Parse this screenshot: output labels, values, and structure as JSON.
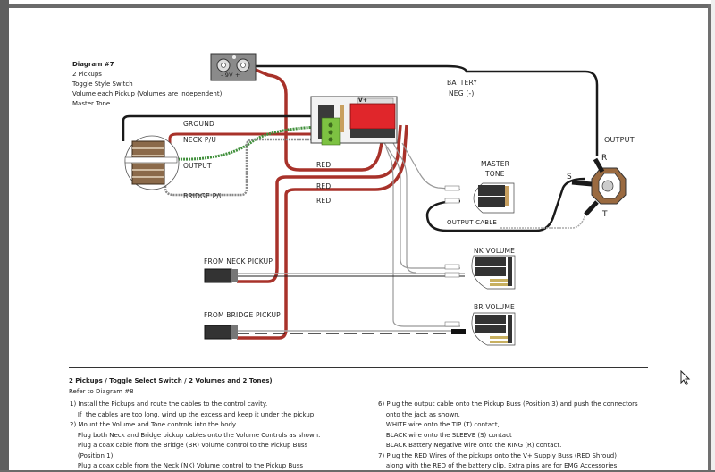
{
  "diagram": {
    "header": {
      "title": "Diagram #7",
      "lines": [
        "2 Pickups",
        "Toggle Style Switch",
        "Volume each Pickup (Volumes are independent)",
        "Master Tone"
      ]
    },
    "battery": {
      "label": "- 9V +",
      "neg_label_1": "BATTERY",
      "neg_label_2": "NEG (-)"
    },
    "wire_labels": {
      "ground": "GROUND",
      "neck_pu": "NECK P/U",
      "output": "OUTPUT",
      "bridge_pu": "BRIDGE P/U",
      "red_1": "RED",
      "red_2": "RED",
      "red_3": "RED",
      "output_cable": "OUTPUT CABLE"
    },
    "buss_label": "V+",
    "jack": {
      "title": "OUTPUT",
      "sleeve": "S",
      "ring": "R",
      "tip": "T"
    },
    "controls": {
      "master_tone_1": "MASTER",
      "master_tone_2": "TONE",
      "nk_volume": "NK VOLUME",
      "br_volume": "BR VOLUME"
    },
    "pickups": {
      "from_neck": "FROM NECK PICKUP",
      "from_bridge": "FROM BRIDGE PICKUP"
    },
    "colors": {
      "red_wire": "#a8322a",
      "green_wire": "#3f8f3a",
      "black_wire": "#1a1a1a",
      "shroud_red": "#e0262b",
      "terminal_green": "#7dc242"
    }
  },
  "instructions": {
    "title": "2 Pickups / Toggle Select Switch / 2  Volumes and 2 Tones)",
    "refer": "Refer to Diagram #8",
    "left": [
      "1) Install the Pickups and route the cables to the control cavity.",
      "    If  the cables are too long, wind up the excess and keep it under the pickup.",
      "2) Mount the Volume and Tone controls into the body",
      "    Plug both Neck and Bridge pickup cables onto the Volume Controls as shown.",
      "    Plug a coax cable from the Bridge (BR) Volume control to the Pickup Buss",
      "    (Position 1).",
      "    Plug a coax cable from the Neck (NK) Volume control to the Pickup Buss"
    ],
    "right": [
      "6) Plug the output cable onto the Pickup Buss (Position 3) and push the connectors",
      "    onto the jack as shown.",
      "    WHITE wire onto the TIP (T) contact,",
      "    BLACK wire onto the SLEEVE (S) contact",
      "    BLACK Battery Negative wire onto the RING (R) contact.",
      "7) Plug the RED Wires of the pickups onto the V+ Supply Buss (RED Shroud)",
      "    along with the RED of the battery clip. Extra pins are for EMG Accessories."
    ]
  }
}
